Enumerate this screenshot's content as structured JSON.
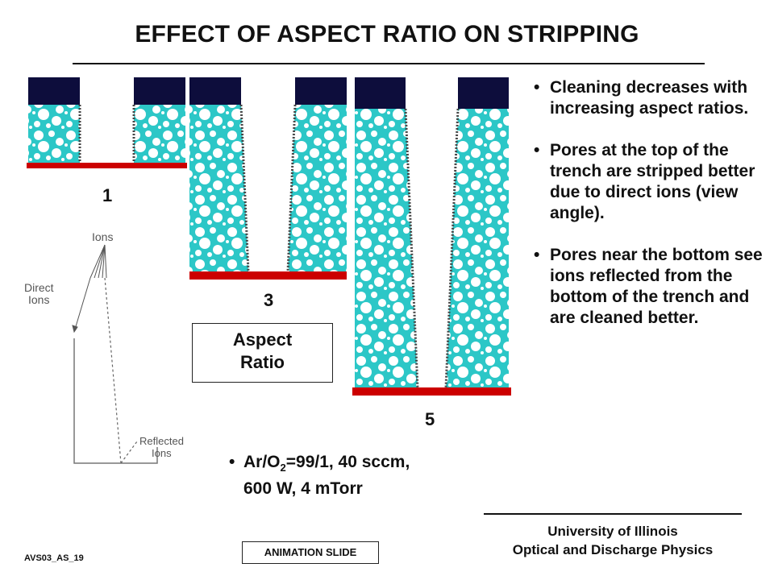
{
  "title": "EFFECT OF ASPECT RATIO ON STRIPPING",
  "bullets": [
    "Cleaning decreases with increasing aspect ratios.",
    "Pores at the top of the trench are stripped better due to direct ions (view angle).",
    "Pores near the bottom see ions reflected from the bottom of the trench and are cleaned better."
  ],
  "bullet_symbol": "•",
  "trenches": [
    {
      "label": "1"
    },
    {
      "label": "3"
    },
    {
      "label": "5"
    }
  ],
  "aspect_box": {
    "line1": "Aspect",
    "line2": "Ratio"
  },
  "ion_diagram": {
    "ions": "Ions",
    "direct1": "Direct",
    "direct2": "Ions",
    "reflected1": "Reflected",
    "reflected2": "Ions"
  },
  "params": {
    "prefix": "Ar/O",
    "subscript": "2",
    "line1_rest": "=99/1, 40 sccm,",
    "line2": "600 W, 4 mTorr"
  },
  "footer": {
    "line1": "University of Illinois",
    "line2": "Optical and Discharge Physics"
  },
  "animation_label": "ANIMATION SLIDE",
  "slide_id": "AVS03_AS_19",
  "colors": {
    "porous_fill": "#2cc7c7",
    "mask": "#0d0d3c",
    "substrate": "#cc0000",
    "pore": "#ffffff"
  }
}
